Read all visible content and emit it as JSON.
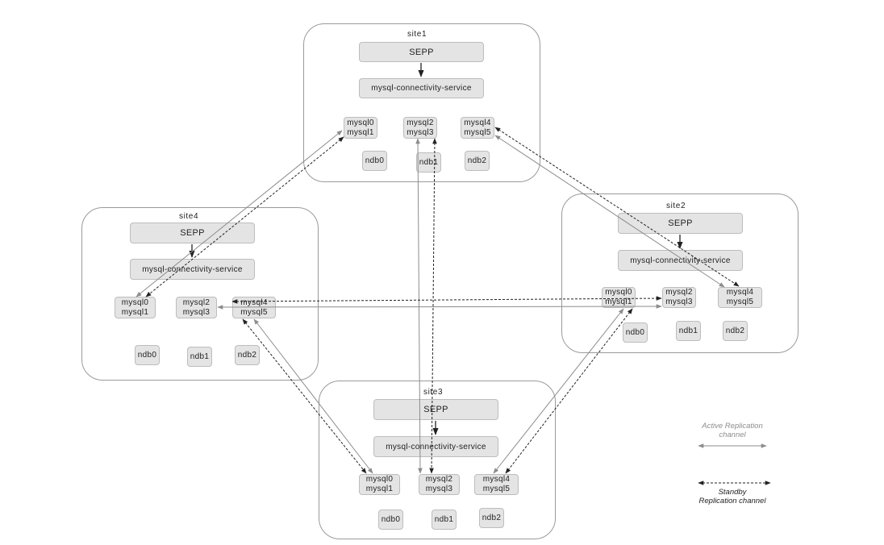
{
  "sites": [
    {
      "id": "site1",
      "title": "site1",
      "sepp": "SEPP",
      "mcs": "mysql-connectivity-service",
      "mysql": [
        [
          "mysql0",
          "mysql1"
        ],
        [
          "mysql2",
          "mysql3"
        ],
        [
          "mysql4",
          "mysql5"
        ]
      ],
      "ndb": [
        "ndb0",
        "ndb1",
        "ndb2"
      ]
    },
    {
      "id": "site2",
      "title": "site2",
      "sepp": "SEPP",
      "mcs": "mysql-connectivity-service",
      "mysql": [
        [
          "mysql0",
          "mysql1"
        ],
        [
          "mysql2",
          "mysql3"
        ],
        [
          "mysql4",
          "mysql5"
        ]
      ],
      "ndb": [
        "ndb0",
        "ndb1",
        "ndb2"
      ]
    },
    {
      "id": "site3",
      "title": "site3",
      "sepp": "SEPP",
      "mcs": "mysql-connectivity-service",
      "mysql": [
        [
          "mysql0",
          "mysql1"
        ],
        [
          "mysql2",
          "mysql3"
        ],
        [
          "mysql4",
          "mysql5"
        ]
      ],
      "ndb": [
        "ndb0",
        "ndb1",
        "ndb2"
      ]
    },
    {
      "id": "site4",
      "title": "site4",
      "sepp": "SEPP",
      "mcs": "mysql-connectivity-service",
      "mysql": [
        [
          "mysql0",
          "mysql1"
        ],
        [
          "mysql2",
          "mysql3"
        ],
        [
          "mysql4",
          "mysql5"
        ]
      ],
      "ndb": [
        "ndb0",
        "ndb1",
        "ndb2"
      ]
    }
  ],
  "legend": {
    "active_line1": "Active Replication",
    "active_line2": "channel",
    "standby_line1": "Standby",
    "standby_line2": "Replication channel",
    "colors": {
      "active": "#8c8c8c",
      "standby": "#222222",
      "box_fill": "#e4e4e4",
      "site_border": "#9a9a9a"
    }
  }
}
